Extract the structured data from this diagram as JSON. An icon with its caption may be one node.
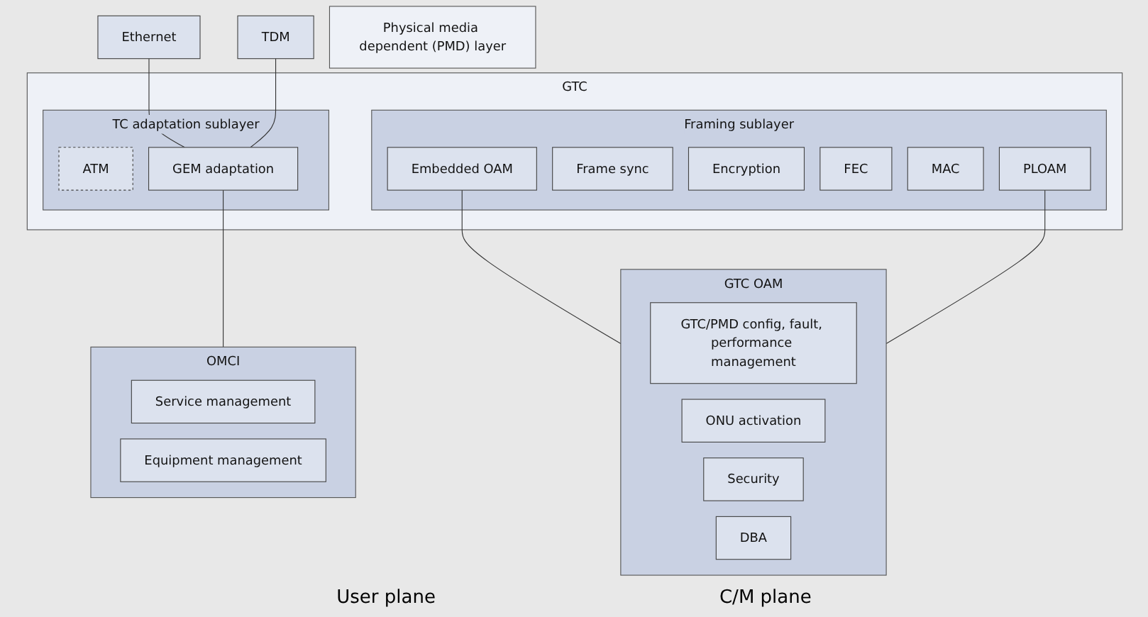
{
  "diagram": {
    "nodes": [
      {
        "text": [
          "Ethernet"
        ]
      },
      {
        "text": [
          "TDM"
        ]
      },
      {
        "text": [
          "GTC"
        ]
      },
      {
        "text": [
          "TC adaptation sublayer"
        ],
        "in": 2
      },
      {
        "text": [
          "ATM"
        ],
        "in": 3
      },
      {
        "text": [
          "GEM adaptation"
        ],
        "in": 3
      },
      {
        "text": [
          "Framing sublayer"
        ],
        "in": 2
      },
      {
        "text": [
          "Embedded OAM"
        ],
        "in": 6
      },
      {
        "text": [
          "Frame sync"
        ],
        "in": 6
      },
      {
        "text": [
          "Encryption"
        ],
        "in": 6
      },
      {
        "text": [
          "FEC"
        ],
        "in": 6
      },
      {
        "text": [
          "MAC"
        ],
        "in": 6
      },
      {
        "text": [
          "PLOAM"
        ],
        "in": 6
      },
      {
        "text": [
          "Physical media dependent (PMD) layer"
        ]
      },
      {
        "text": [
          "OMCI"
        ]
      },
      {
        "text": [
          "Service management"
        ],
        "in": 14
      },
      {
        "text": [
          "Equipment management"
        ],
        "in": 14
      },
      {
        "text": [
          "GTC OAM"
        ]
      },
      {
        "text": [
          "GTC/PMD config, fault, performance management"
        ],
        "in": 17
      },
      {
        "text": [
          "ONU activation"
        ],
        "in": 17
      },
      {
        "text": [
          "Security"
        ],
        "in": 17
      },
      {
        "text": [
          "DBA"
        ],
        "in": 17
      }
    ],
    "edges": [
      {
        "from": 0,
        "to": 5,
        "arrow": "none"
      },
      {
        "from": 1,
        "to": 5,
        "arrow": "none"
      },
      {
        "from": 5,
        "to": 14,
        "arrow": "none"
      },
      {
        "from": 7,
        "to": 17,
        "arrow": "none"
      },
      {
        "from": 12,
        "to": 17,
        "arrow": "none"
      }
    ],
    "labels": [
      "User plane",
      "C/M plane"
    ]
  }
}
